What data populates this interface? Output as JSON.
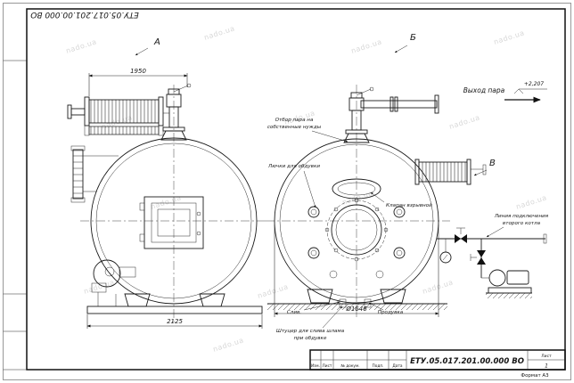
{
  "document": {
    "number": "ЕТУ.05.017.201.00.000  ВО",
    "format": "Формат А3",
    "sheet_label": "Лист",
    "sheet_value": "1"
  },
  "title_block": {
    "col_izm": "Изм.",
    "col_list": "Лист",
    "col_doc": "№ докум.",
    "col_sign": "Подп.",
    "col_date": "Дата"
  },
  "views": {
    "a": "А",
    "b": "Б",
    "v": "В"
  },
  "dimensions": {
    "length_top": "1950",
    "length_base": "2125",
    "diameter": "Ø1646",
    "elevation": "+2,207"
  },
  "annotations": {
    "steam_outlet": "Выход пара",
    "own_needs_1": "Отбор пара на",
    "own_needs_2": "собственные нужды",
    "blow_hatches": "Лючки для обдувки",
    "explosion_valve": "Клапан взрывной",
    "second_boiler_1": "Линия подключения",
    "second_boiler_2": "второго котла",
    "drain": "Слив.",
    "blowdown": "Продувка",
    "sludge_1": "Штуцер для слива шлама",
    "sludge_2": "при обдувке"
  },
  "watermark": {
    "text": "nado.ua"
  }
}
